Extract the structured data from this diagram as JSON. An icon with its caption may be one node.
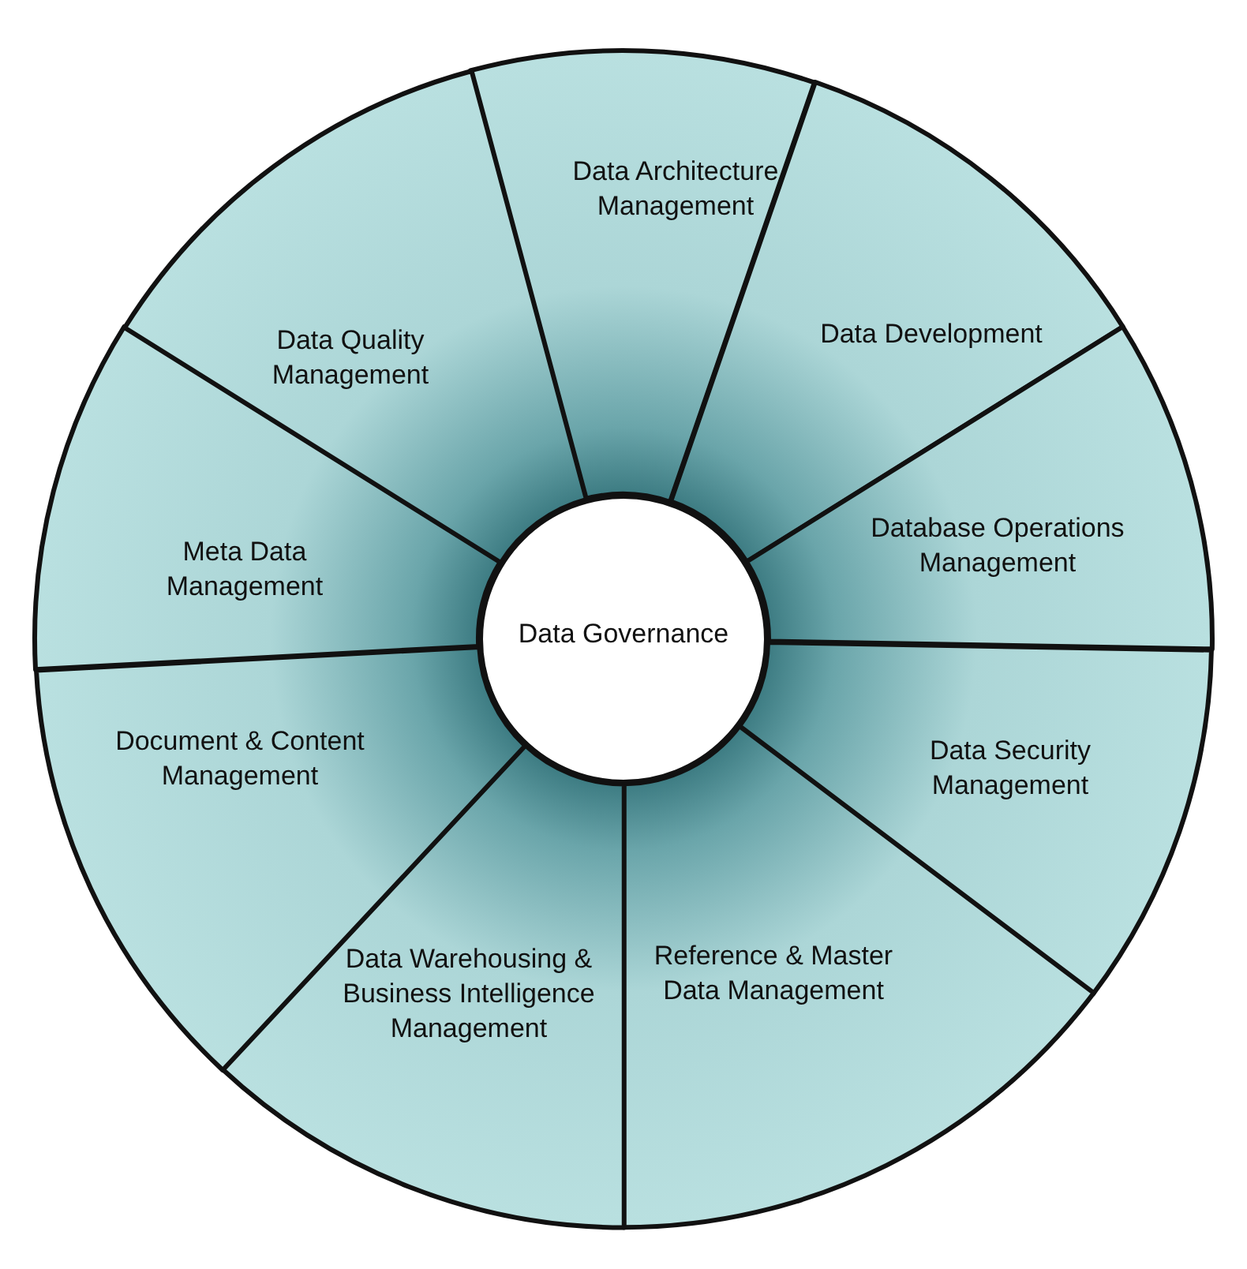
{
  "diagram": {
    "nodes": [
      {
        "text": [
          "Data Governance"
        ]
      },
      {
        "text": [
          "Data Architecture Management"
        ]
      },
      {
        "text": [
          "Data Development"
        ]
      },
      {
        "text": [
          "Database Operations Management"
        ]
      },
      {
        "text": [
          "Data Security Management"
        ]
      },
      {
        "text": [
          "Reference & Master Data Management"
        ]
      },
      {
        "text": [
          "Data Warehousing & Business Intelligence Management"
        ]
      },
      {
        "text": [
          "Document & Content Management"
        ]
      },
      {
        "text": [
          "Meta Data Management"
        ]
      },
      {
        "text": [
          "Data Quality Management"
        ]
      }
    ]
  }
}
